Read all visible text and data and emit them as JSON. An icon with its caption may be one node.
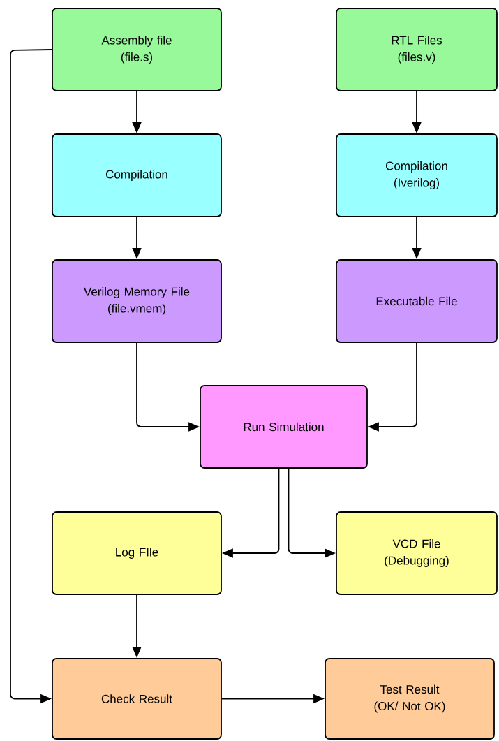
{
  "diagram": {
    "nodes": [
      {
        "text": [
          "Assembly file",
          "(file.s)"
        ]
      },
      {
        "text": [
          "RTL Files",
          "(files.v)"
        ]
      },
      {
        "text": [
          "Compilation"
        ]
      },
      {
        "text": [
          "Compilation",
          "(Iverilog)"
        ]
      },
      {
        "text": [
          "Verilog Memory File",
          "(file.vmem)"
        ]
      },
      {
        "text": [
          "Executable File"
        ]
      },
      {
        "text": [
          "Run Simulation"
        ]
      },
      {
        "text": [
          "Log FIle"
        ]
      },
      {
        "text": [
          "VCD File",
          "(Debugging)"
        ]
      },
      {
        "text": [
          "Check Result"
        ]
      },
      {
        "text": [
          "Test Result",
          "(OK/ Not OK)"
        ]
      }
    ],
    "edges": [
      {
        "from": 0,
        "to": 2,
        "arrow": "to"
      },
      {
        "from": 1,
        "to": 3,
        "arrow": "to"
      },
      {
        "from": 2,
        "to": 4,
        "arrow": "to"
      },
      {
        "from": 3,
        "to": 5,
        "arrow": "to"
      },
      {
        "from": 4,
        "to": 6,
        "arrow": "to"
      },
      {
        "from": 5,
        "to": 6,
        "arrow": "to"
      },
      {
        "from": 6,
        "to": 7,
        "arrow": "to"
      },
      {
        "from": 6,
        "to": 8,
        "arrow": "to"
      },
      {
        "from": 7,
        "to": 9,
        "arrow": "to"
      },
      {
        "from": 0,
        "to": 9,
        "arrow": "to"
      },
      {
        "from": 9,
        "to": 10,
        "arrow": "to"
      }
    ]
  }
}
